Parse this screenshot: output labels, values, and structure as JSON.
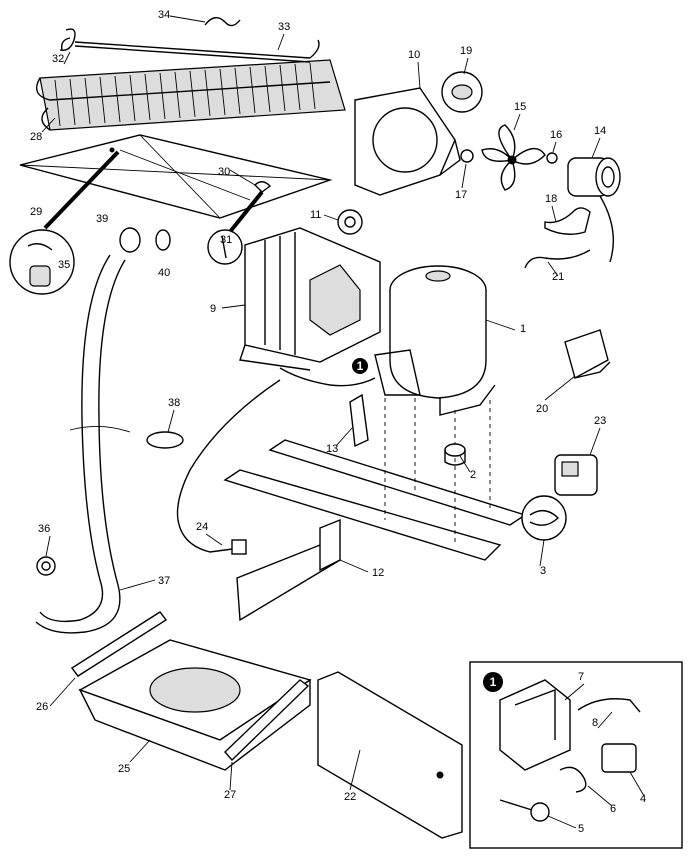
{
  "diagram": {
    "labels": {
      "p1": "1",
      "p2": "2",
      "p3": "3",
      "p4": "4",
      "p5": "5",
      "p6": "6",
      "p7": "7",
      "p8": "8",
      "p9": "9",
      "p10": "10",
      "p11": "11",
      "p12": "12",
      "p13": "13",
      "p14": "14",
      "p15": "15",
      "p16": "16",
      "p17": "17",
      "p18": "18",
      "p19": "19",
      "p20": "20",
      "p21": "21",
      "p22": "22",
      "p23": "23",
      "p24": "24",
      "p25": "25",
      "p26": "26",
      "p27": "27",
      "p28": "28",
      "p29": "29",
      "p30": "30",
      "p31": "31",
      "p32": "32",
      "p33": "33",
      "p34": "34",
      "p35": "35",
      "p36": "36",
      "p37": "37",
      "p38": "38",
      "p39": "39",
      "p40": "40"
    },
    "callout_marker": "1"
  }
}
